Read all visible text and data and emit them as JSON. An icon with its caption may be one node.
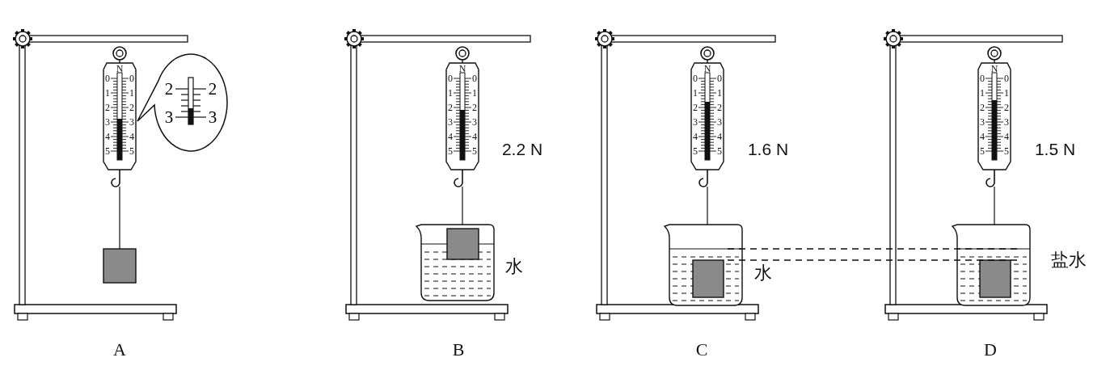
{
  "diagram": {
    "nodes": [
      {
        "text": [
          "2",
          "2",
          "3",
          "3"
        ]
      }
    ],
    "labels": [
      "N",
      "0",
      "0",
      "1",
      "1",
      "2",
      "2",
      "3",
      "3",
      "4",
      "4",
      "5",
      "5",
      "A",
      "N",
      "0",
      "0",
      "1",
      "1",
      "2",
      "2",
      "3",
      "3",
      "4",
      "4",
      "5",
      "5",
      "2.2 N",
      "水",
      "B",
      "N",
      "0",
      "0",
      "1",
      "1",
      "2",
      "2",
      "3",
      "3",
      "4",
      "4",
      "5",
      "5",
      "1.6 N",
      "水",
      "C",
      "N",
      "0",
      "0",
      "1",
      "1",
      "2",
      "2",
      "3",
      "3",
      "4",
      "4",
      "5",
      "5",
      "1.5 N",
      "盐水",
      "D"
    ]
  }
}
